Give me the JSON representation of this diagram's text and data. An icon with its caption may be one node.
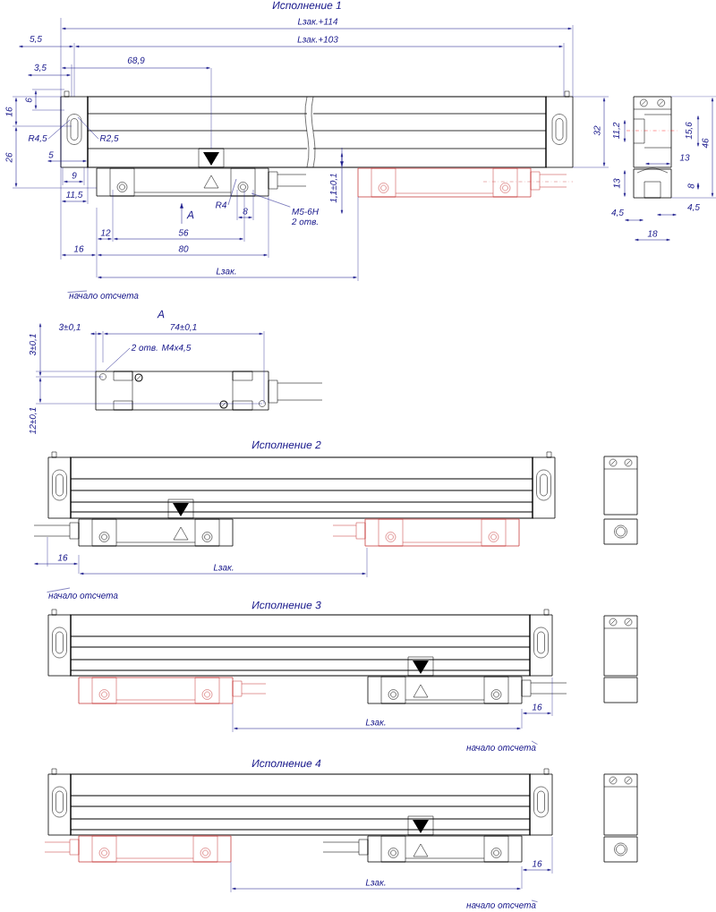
{
  "diagram": {
    "nodes": [
      {
        "text": [
          "R4,5"
        ]
      },
      {
        "text": [
          "R2,5"
        ]
      },
      {
        "text": [
          "R4"
        ]
      },
      {
        "text": [
          "M5-6H",
          "2 отв."
        ]
      },
      {
        "text": [
          "начало отсчета"
        ]
      },
      {
        "text": [
          "2 отв. M4x4,5"
        ]
      },
      {
        "text": [
          "начало отсчета"
        ]
      },
      {
        "text": [
          "начало отсчета"
        ]
      },
      {
        "text": [
          "начало отсчета"
        ]
      }
    ],
    "edges": [
      {
        "from": 0,
        "to": null,
        "arrow": "none"
      },
      {
        "from": 1,
        "to": null,
        "arrow": "none"
      },
      {
        "from": 2,
        "to": null,
        "arrow": "none"
      },
      {
        "from": 3,
        "to": null,
        "arrow": "none"
      },
      {
        "from": 4,
        "to": null,
        "arrow": "none"
      },
      {
        "from": 5,
        "to": null,
        "arrow": "none"
      },
      {
        "from": 6,
        "to": null,
        "arrow": "none"
      },
      {
        "from": 7,
        "to": null,
        "arrow": "none"
      },
      {
        "from": 8,
        "to": null,
        "arrow": "none"
      }
    ],
    "labels": [
      "Исполнение 1",
      "Lзак.+114",
      "5,5",
      "Lзак.+103",
      "3,5",
      "68,9",
      "6",
      "16",
      "5",
      "26",
      "9",
      "11,5",
      "A",
      "8",
      "12",
      "56",
      "16",
      "80",
      "Lзак.",
      "32",
      "1,1±0,1",
      "11,2",
      "15,6",
      "46",
      "13",
      "13",
      "8",
      "4,5",
      "4,5",
      "18",
      "A",
      "3±0,1",
      "74±0,1",
      "3±0,1",
      "12±0,1",
      "Исполнение 2",
      "16",
      "Lзак.",
      "Исполнение 3",
      "Lзак.",
      "16",
      "Исполнение 4",
      "16",
      "Lзак."
    ]
  }
}
